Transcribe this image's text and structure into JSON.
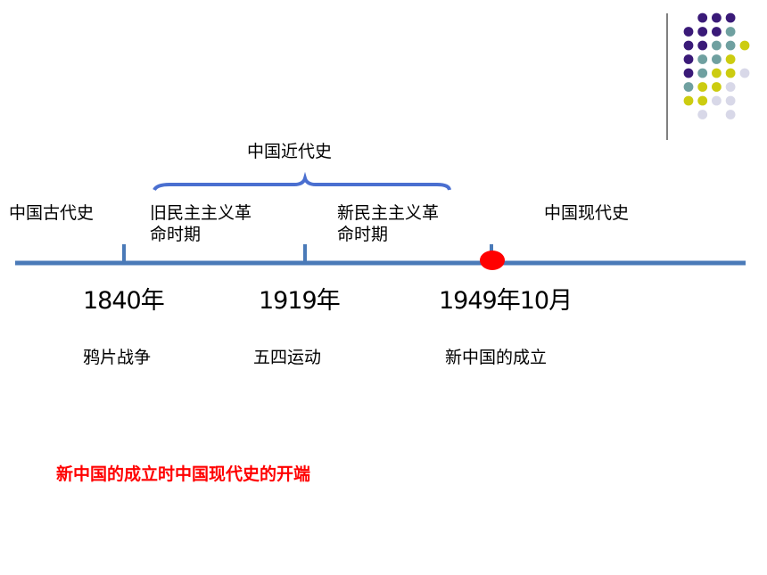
{
  "colors": {
    "axis": "#4a7ab8",
    "brace": "#4a6fd0",
    "marker": "#ff0000",
    "conclusion": "#ff0000",
    "dot_purple": "#3a1a78",
    "dot_teal": "#6fa0a0",
    "dot_yellow": "#cccc10",
    "dot_lavender": "#d8d8e8",
    "divider": "#808080"
  },
  "periods": {
    "modern_span": "中国近代史",
    "ancient": "中国古代史",
    "old_democratic": [
      "旧民主主义革",
      "命时期"
    ],
    "new_democratic": [
      "新民主主义革",
      "命时期"
    ],
    "contemporary": "中国现代史"
  },
  "milestones": [
    {
      "year": "1840年",
      "event": "鸦片战争"
    },
    {
      "year": "1919年",
      "event": "五四运动"
    },
    {
      "year": "1949年10月",
      "event": "新中国的成立"
    }
  ],
  "conclusion": "新中国的成立时中国现代史的开端"
}
